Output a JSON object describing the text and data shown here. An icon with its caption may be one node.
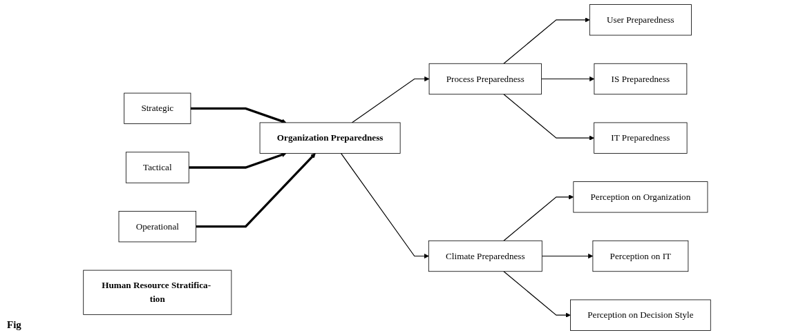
{
  "diagram": {
    "nodes": [
      {
        "text": [
          "Organization Preparedness"
        ]
      },
      {
        "text": [
          "Process Preparedness"
        ]
      },
      {
        "text": [
          "User Preparedness"
        ]
      },
      {
        "text": [
          "IS Preparedness"
        ]
      },
      {
        "text": [
          "IT Preparedness"
        ]
      },
      {
        "text": [
          "Climate Preparedness"
        ]
      },
      {
        "text": [
          "Perception on Organization"
        ]
      },
      {
        "text": [
          "Perception on IT"
        ]
      },
      {
        "text": [
          "Perception on Decision Style"
        ]
      },
      {
        "text": [
          "Strategic"
        ]
      },
      {
        "text": [
          "Tactical"
        ]
      },
      {
        "text": [
          "Operational"
        ]
      },
      {
        "text": [
          "Human Resource Stratifica- tion"
        ]
      }
    ],
    "edges": [
      {
        "from": 0,
        "to": 1,
        "arrow": "to"
      },
      {
        "from": 1,
        "to": 2,
        "arrow": "to"
      },
      {
        "from": 1,
        "to": 3,
        "arrow": "to"
      },
      {
        "from": 1,
        "to": 4,
        "arrow": "to"
      },
      {
        "from": 0,
        "to": 5,
        "arrow": "to"
      },
      {
        "from": 5,
        "to": 6,
        "arrow": "to"
      },
      {
        "from": 5,
        "to": 7,
        "arrow": "to"
      },
      {
        "from": 5,
        "to": 8,
        "arrow": "to"
      },
      {
        "from": 9,
        "to": 0,
        "arrow": "to",
        "style": "thick"
      },
      {
        "from": 10,
        "to": 0,
        "arrow": "to",
        "style": "thick"
      },
      {
        "from": 11,
        "to": 0,
        "arrow": "to",
        "style": "thick"
      }
    ],
    "labels": [
      "Fig"
    ]
  }
}
